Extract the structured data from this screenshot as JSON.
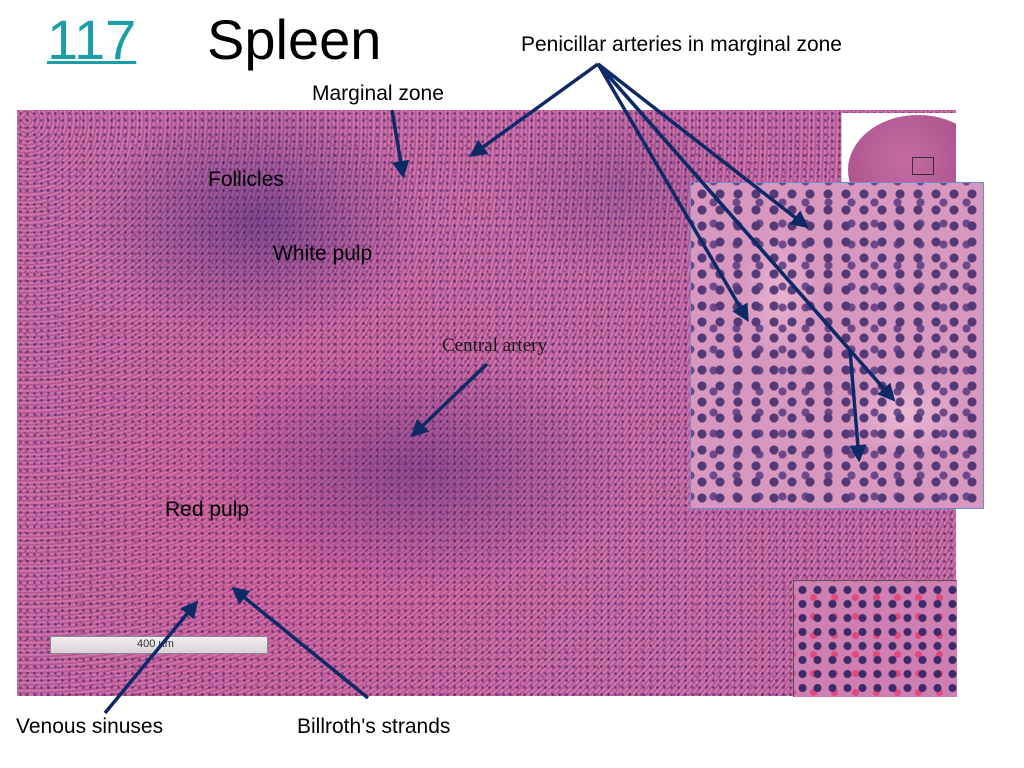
{
  "slide": {
    "number": "117",
    "title": "Spleen"
  },
  "labels": {
    "penicillar": "Penicillar arteries in marginal zone",
    "marginal_zone": "Marginal zone",
    "follicles": "Follicles",
    "white_pulp": "White pulp",
    "central_artery": "Central artery",
    "red_pulp": "Red pulp",
    "venous_sinuses": "Venous sinuses",
    "billroth": "Billroth's strands"
  },
  "scale_bar": {
    "label": "400 µm"
  },
  "colors": {
    "arrow": "#0d2a66",
    "link": "#1a9ea8",
    "inset_border": "#6a8fd0"
  }
}
